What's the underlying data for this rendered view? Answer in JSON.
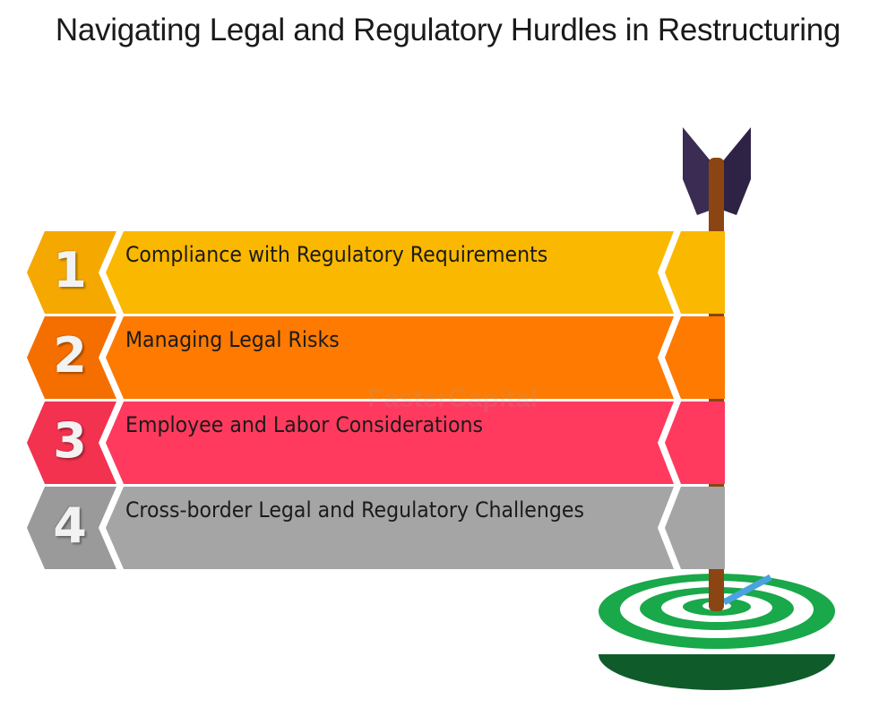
{
  "title": "Navigating Legal and Regulatory Hurdles in Restructuring",
  "watermark": "FasterCapital",
  "steps": [
    {
      "number": "1",
      "label": "Compliance with Regulatory Requirements",
      "color": "#fbb800",
      "arrow_color": "#f5a800"
    },
    {
      "number": "2",
      "label": "Managing Legal Risks",
      "color": "#fe7a00",
      "arrow_color": "#f56f00"
    },
    {
      "number": "3",
      "label": "Employee and Labor Considerations",
      "color": "#ff3a5e",
      "arrow_color": "#f2324f"
    },
    {
      "number": "4",
      "label": "Cross-border Legal and Regulatory Challenges",
      "color": "#a5a5a5",
      "arrow_color": "#9a9a9a"
    }
  ],
  "colors": {
    "pole": "#8b4513",
    "fletching": "#3a2c52",
    "target_green": "#19a84a",
    "target_dark": "#0f5c2a",
    "target_white": "#ffffff",
    "arrow_shaft_hit": "#4aa3df"
  }
}
